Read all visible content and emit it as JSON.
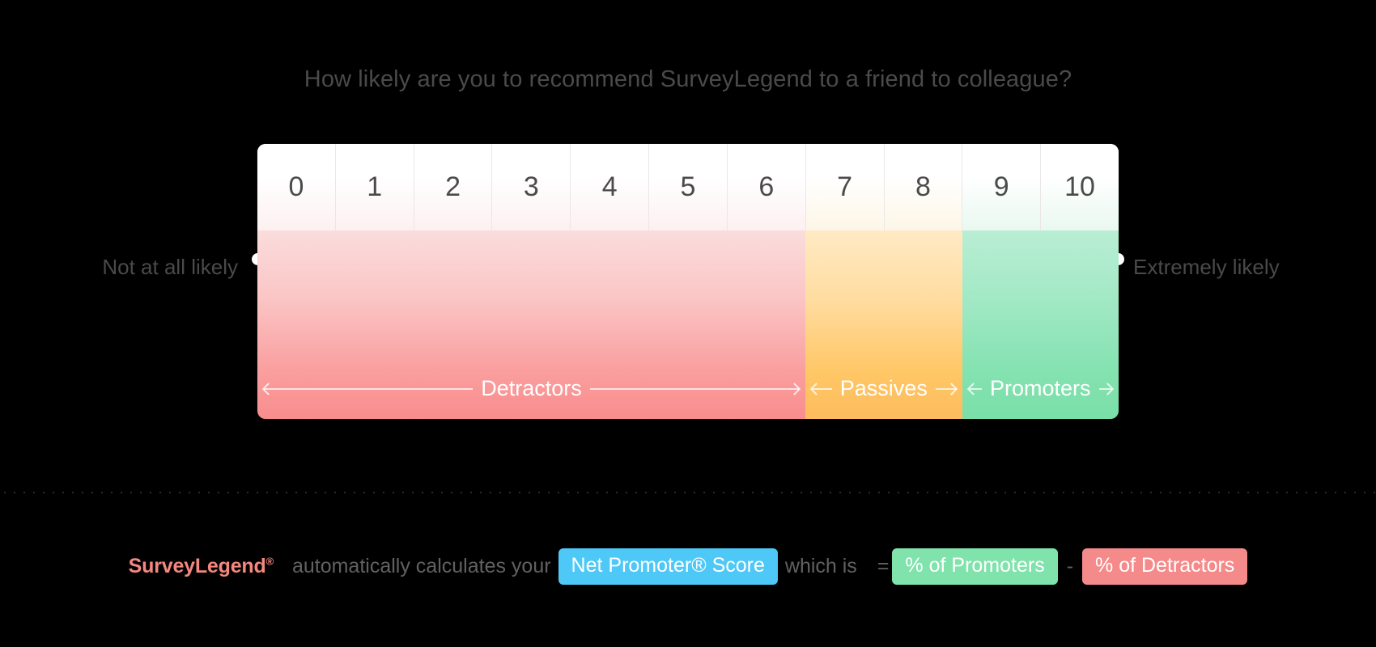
{
  "question": {
    "title": "How likely are you to recommend SurveyLegend to a friend to colleague?"
  },
  "scale": {
    "values": [
      "0",
      "1",
      "2",
      "3",
      "4",
      "5",
      "6",
      "7",
      "8",
      "9",
      "10"
    ],
    "left_label": "Not at all likely",
    "right_label": "Extremely likely"
  },
  "bands": {
    "detractors": {
      "label": "Detractors",
      "range": "0-6",
      "color": "#f98d8d"
    },
    "passives": {
      "label": "Passives",
      "range": "7-8",
      "color": "#fdbc5e"
    },
    "promoters": {
      "label": "Promoters",
      "range": "9-10",
      "color": "#7adfa8"
    }
  },
  "footer": {
    "brand": "SurveyLegend",
    "brand_mark": "®",
    "lead_text": "automatically calculates your",
    "nps_badge": "Net Promoter® Score",
    "which_is": "which is",
    "equals": "=",
    "promoters_badge": "% of Promoters",
    "minus": "-",
    "detractors_badge": "% of Detractors",
    "colors": {
      "nps": "#4ec8f7",
      "promoters": "#7fe3ab",
      "detractors": "#f58a8a",
      "brand": "#f4887f"
    }
  }
}
